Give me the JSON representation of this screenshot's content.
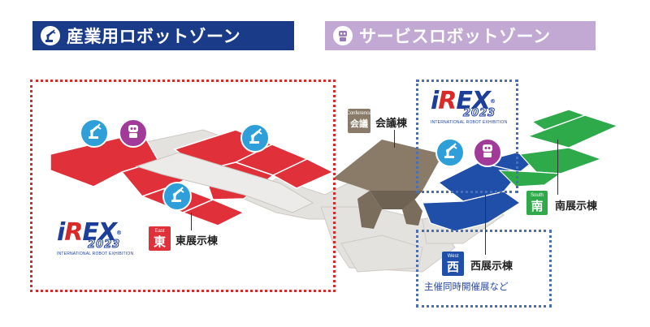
{
  "banners": {
    "industrial": {
      "label": "産業用ロボットゾーン",
      "icon": "robot-arm-icon",
      "color": "#1a3c88"
    },
    "service": {
      "label": "サービスロボットゾーン",
      "icon": "service-robot-icon",
      "color": "#c1a9d3"
    }
  },
  "logo": {
    "wordmark": "iREX",
    "registered": "®",
    "year": "2023",
    "tagline": "INTERNATIONAL ROBOT EXHIBITION"
  },
  "halls": {
    "conference": {
      "en": "Conference",
      "jp": "会議",
      "label": "会議棟",
      "color": "#8a7b68"
    },
    "east": {
      "en": "East",
      "jp": "東",
      "label": "東展示棟",
      "color": "#e0303a"
    },
    "west": {
      "en": "West",
      "jp": "西",
      "label": "西展示棟",
      "sub_label": "主催同時開催展など",
      "color": "#1f4fa8"
    },
    "south": {
      "en": "South",
      "jp": "南",
      "label": "南展示棟",
      "color": "#2eaa4a"
    }
  },
  "zone_colors": {
    "industrial_border": "#d92a2a",
    "service_border": "#4a6fb5"
  },
  "markers": [
    {
      "name": "industrial-robot-marker-east-1",
      "type": "robot-arm-icon"
    },
    {
      "name": "service-robot-marker-east",
      "type": "service-robot-icon"
    },
    {
      "name": "industrial-robot-marker-east-2",
      "type": "robot-arm-icon"
    },
    {
      "name": "industrial-robot-marker-east-3",
      "type": "robot-arm-icon"
    },
    {
      "name": "industrial-robot-marker-west",
      "type": "robot-arm-icon"
    },
    {
      "name": "service-robot-marker-west",
      "type": "service-robot-icon"
    }
  ]
}
